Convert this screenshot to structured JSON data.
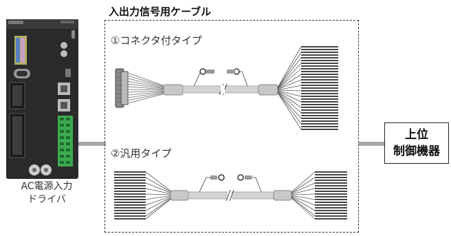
{
  "title": "入出力信号用ケーブル",
  "option1_label": "①コネクタ付タイプ",
  "option2_label": "②汎用タイプ",
  "driver": {
    "line1": "AC電源入力",
    "line2": "ドライバ"
  },
  "host": {
    "line1": "上位",
    "line2": "制御機器"
  },
  "colors": {
    "connector_line": "#a8a8a8",
    "driver_body": "#2a2a2a",
    "terminal": "#3caa50",
    "cable": "#cfcfcf",
    "wire": "#555555"
  }
}
